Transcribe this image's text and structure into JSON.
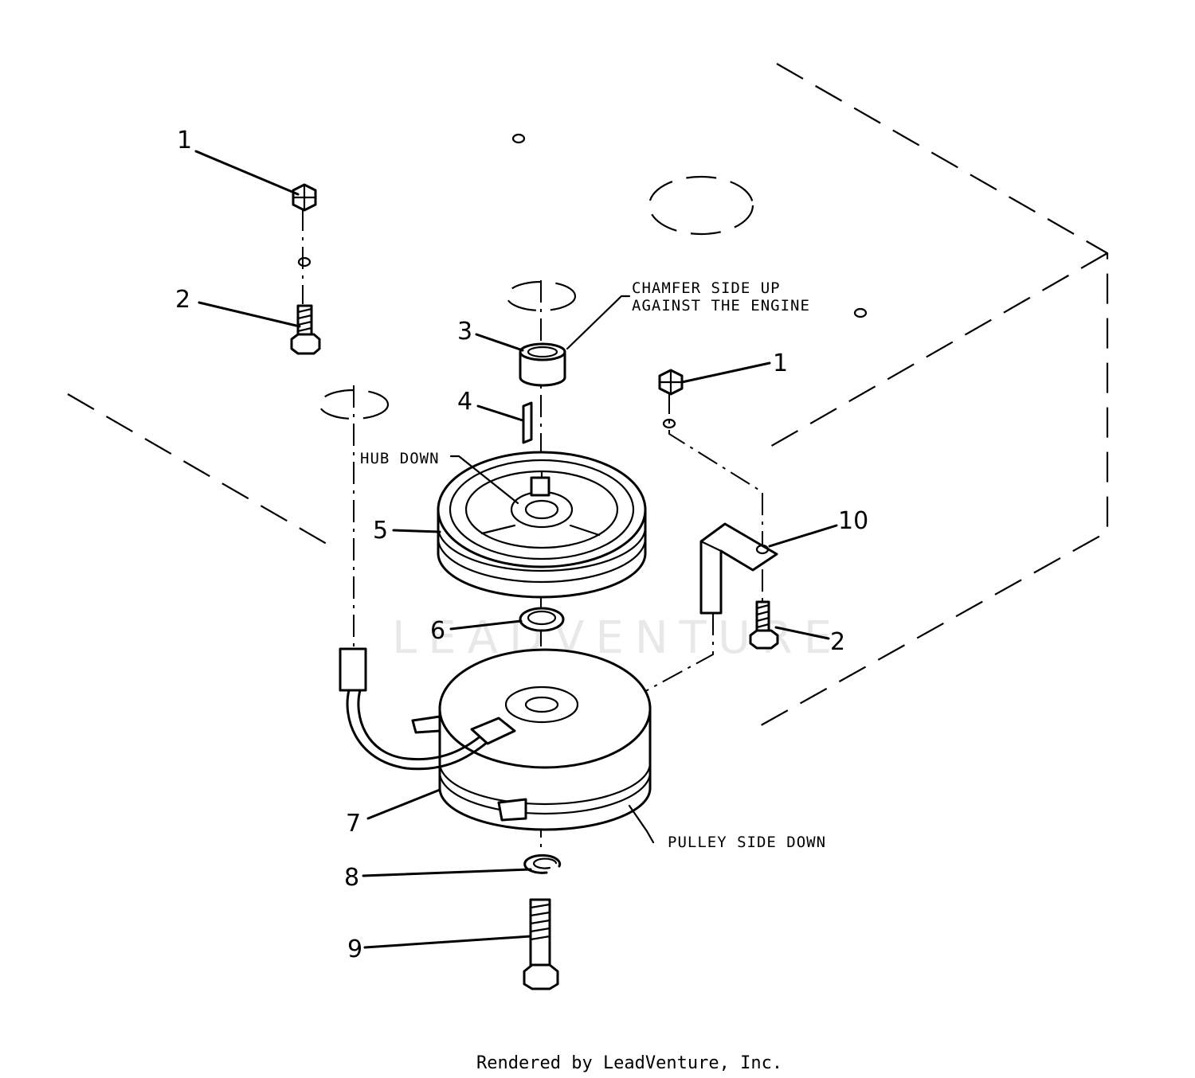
{
  "callouts": {
    "c1a": "1",
    "c2a": "2",
    "c3": "3",
    "c4": "4",
    "c5": "5",
    "c6": "6",
    "c7": "7",
    "c8": "8",
    "c9": "9",
    "c1b": "1",
    "c10": "10",
    "c2b": "2"
  },
  "notes": {
    "chamfer_line1": "CHAMFER SIDE UP",
    "chamfer_line2": "AGAINST THE ENGINE",
    "hub_down": "HUB DOWN",
    "pulley_side_down": "PULLEY SIDE DOWN"
  },
  "watermark": "LEADVENTURE",
  "footer": "Rendered by LeadVenture, Inc."
}
